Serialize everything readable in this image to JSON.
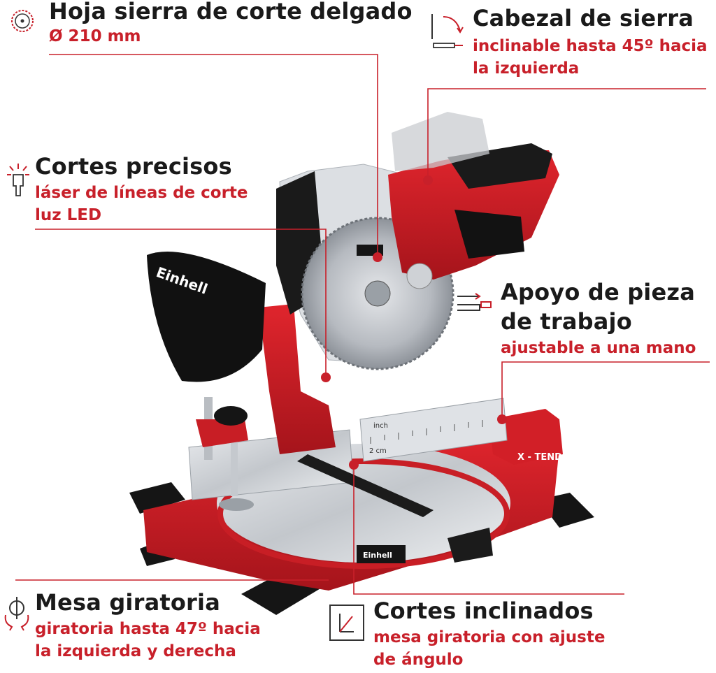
{
  "colors": {
    "accent": "#c8202a",
    "text": "#1a1a1a",
    "product_red": "#c81e25",
    "product_black": "#151515"
  },
  "features": [
    {
      "title": "Hoja sierra de corte delgado",
      "subtitle": "Ø 210 mm",
      "icon": "saw-blade-icon"
    },
    {
      "title": "Cabezal de sierra",
      "subtitle_line1": "inclinable hasta 45º hacia",
      "subtitle_line2": "la izquierda",
      "icon": "tilt-head-icon"
    },
    {
      "title": "Cortes precisos",
      "subtitle_line1": "láser de líneas de corte",
      "subtitle_line2": "luz LED",
      "icon": "laser-icon"
    },
    {
      "title_line1": "Apoyo de pieza",
      "title_line2": "de trabajo",
      "subtitle": "ajustable a una mano",
      "icon": "workpiece-support-icon"
    },
    {
      "title": "Mesa giratoria",
      "subtitle_line1": "giratoria hasta 47º hacia",
      "subtitle_line2": "la izquierda y derecha",
      "icon": "rotary-table-icon"
    },
    {
      "title": "Cortes inclinados",
      "subtitle_line1": "mesa giratoria con ajuste",
      "subtitle_line2": "de ángulo",
      "icon": "bevel-cut-icon"
    }
  ],
  "product": {
    "brand": "Einhell",
    "label_xtend": "X - TEND",
    "scale_inch": "inch",
    "scale_cm": "2 cm"
  }
}
